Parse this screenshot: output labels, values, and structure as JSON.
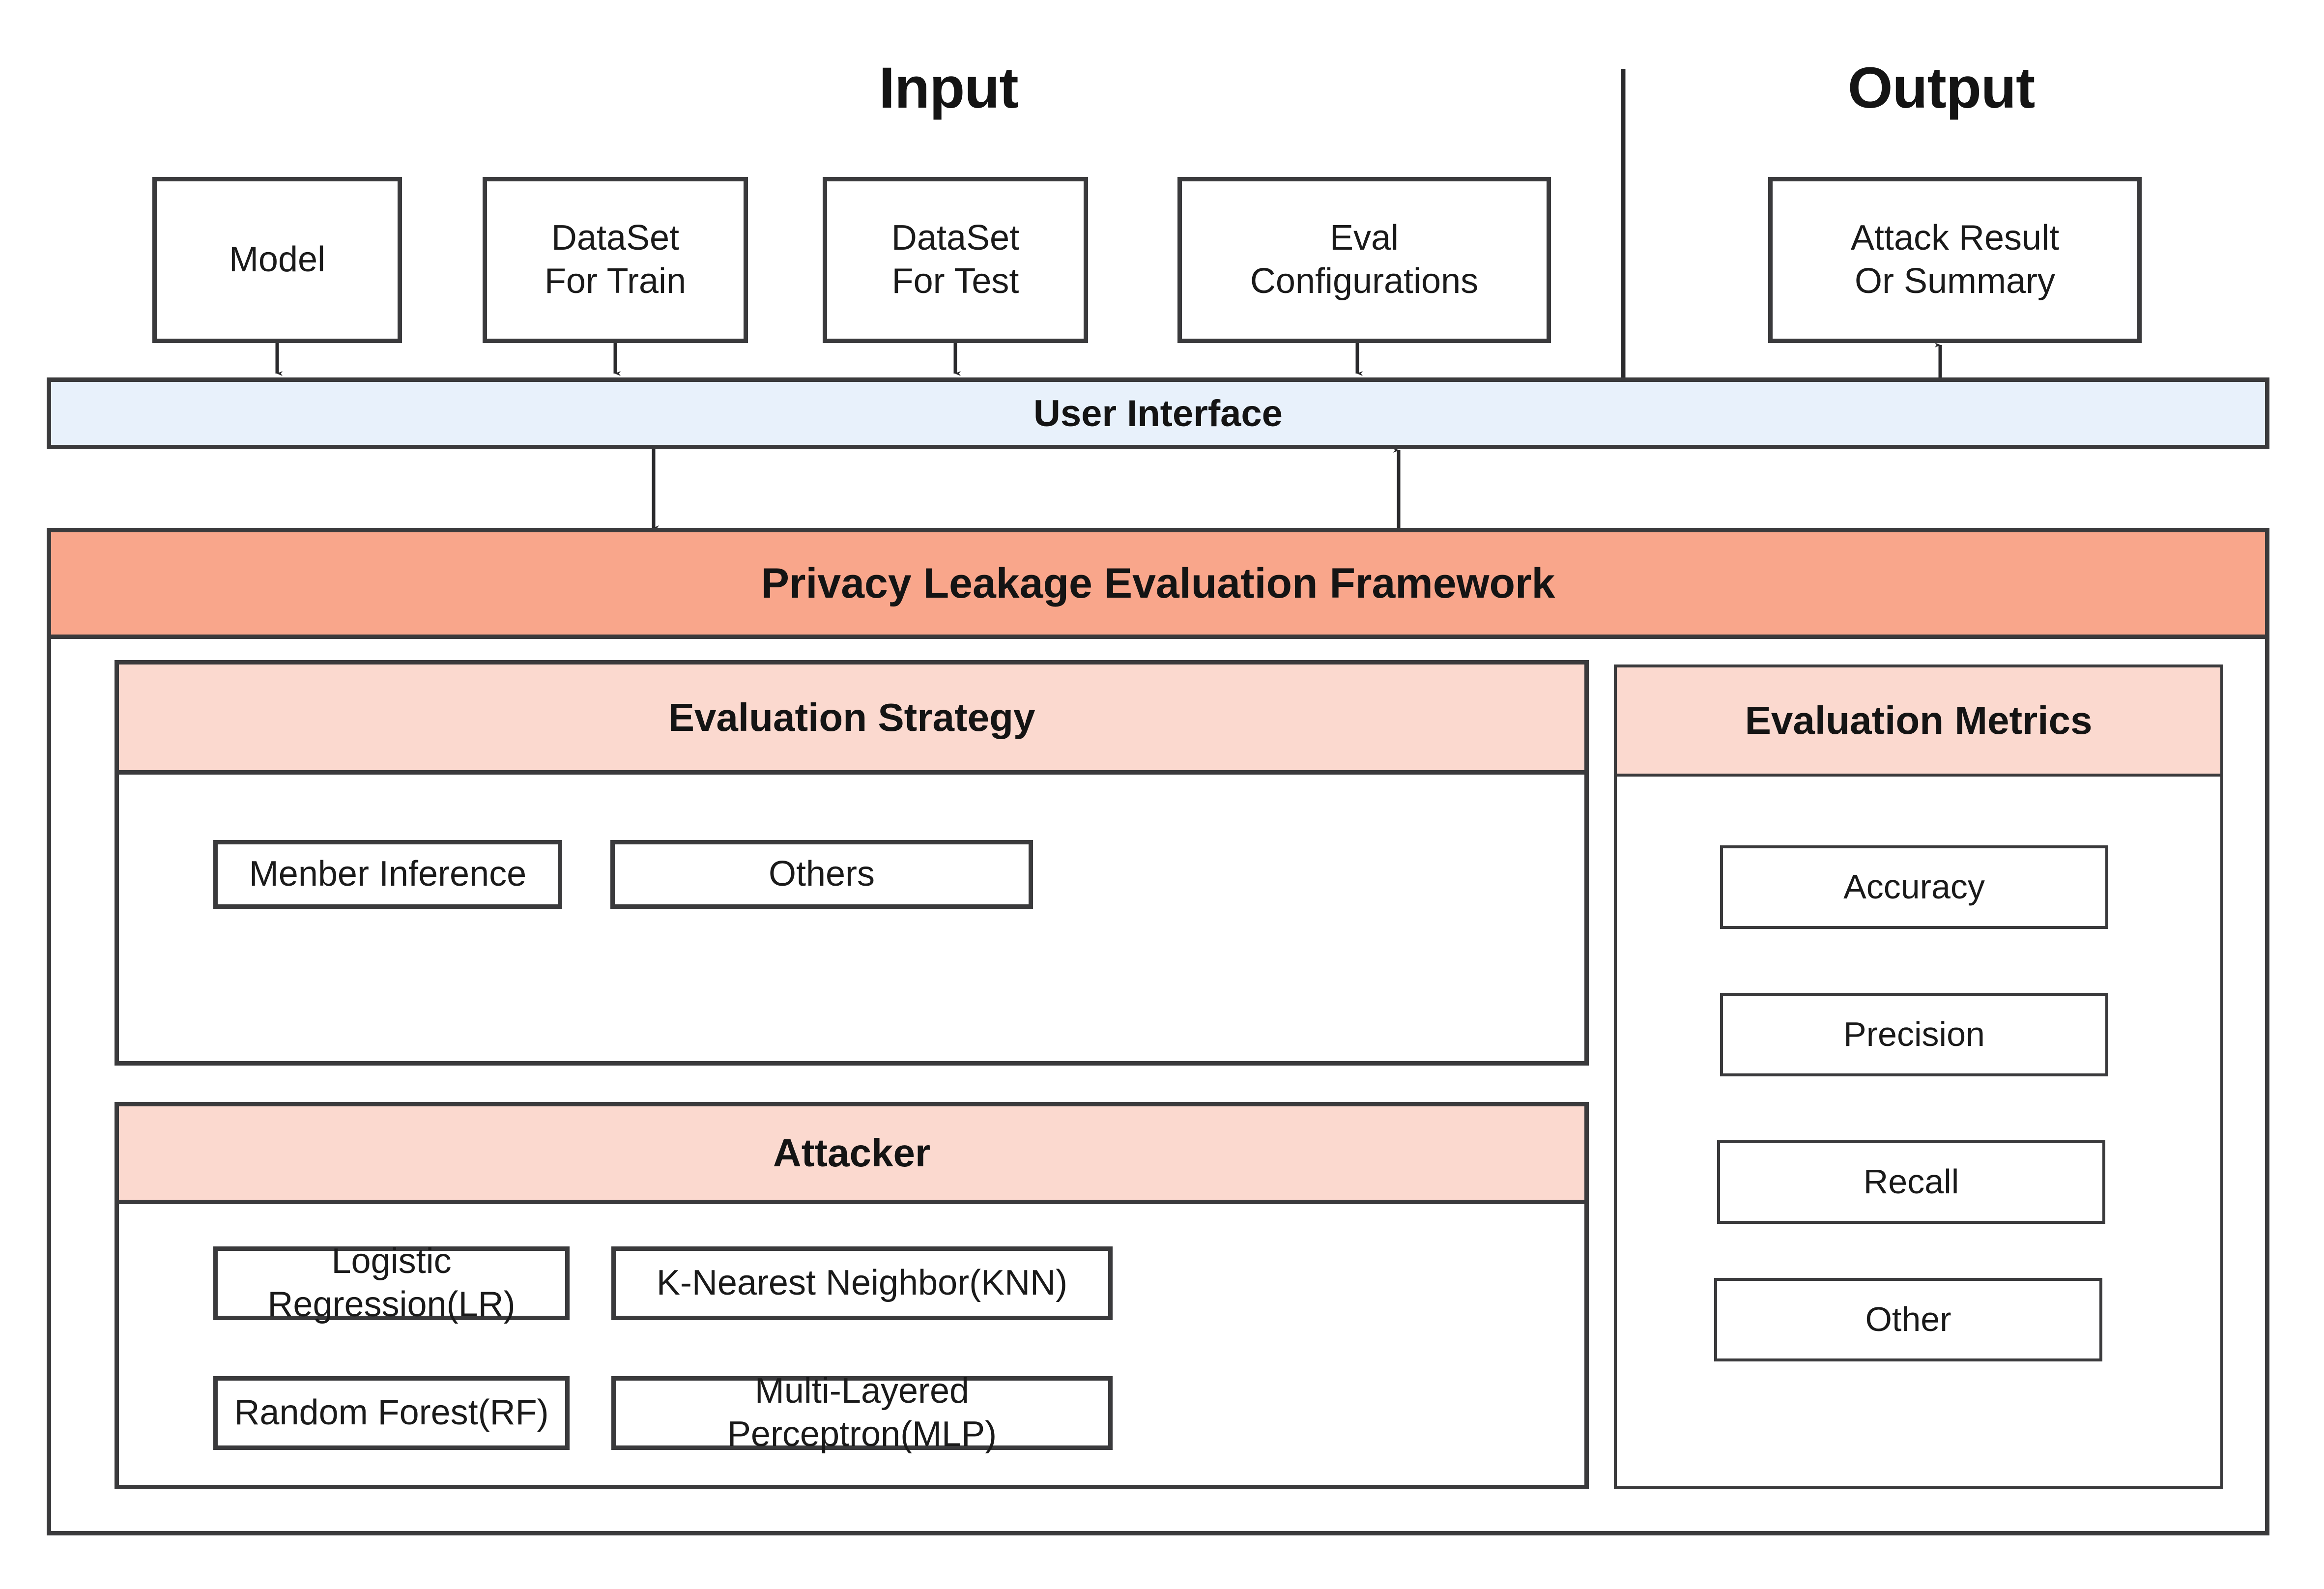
{
  "theme": {
    "stroke": "#3a3a3c",
    "ui_band_fill": "#e8f1fb",
    "framework_band_fill": "#f9a68b",
    "panel_header_fill": "#fbd9cf",
    "box_fill": "#ffffff",
    "text": "#1a1a1a"
  },
  "headings": {
    "input": "Input",
    "output": "Output"
  },
  "input_boxes": [
    {
      "label": "Model"
    },
    {
      "label": "DataSet\nFor Train"
    },
    {
      "label": "DataSet\nFor Test"
    },
    {
      "label": "Eval\nConfigurations"
    }
  ],
  "output_boxes": [
    {
      "label": "Attack Result\nOr Summary"
    }
  ],
  "user_interface": {
    "label": "User Interface"
  },
  "framework": {
    "label": "Privacy Leakage Evaluation Framework"
  },
  "evaluation_strategy": {
    "header": "Evaluation Strategy",
    "items": [
      {
        "label": "Menber Inference"
      },
      {
        "label": "Others"
      }
    ]
  },
  "attacker": {
    "header": "Attacker",
    "items": [
      {
        "label": "Logistic Regression(LR)"
      },
      {
        "label": "K-Nearest Neighbor(KNN)"
      },
      {
        "label": "Random Forest(RF)"
      },
      {
        "label": "Multi-Layered Perceptron(MLP)"
      }
    ]
  },
  "evaluation_metrics": {
    "header": "Evaluation Metrics",
    "items": [
      {
        "label": "Accuracy"
      },
      {
        "label": "Precision"
      },
      {
        "label": "Recall"
      },
      {
        "label": "Other"
      }
    ]
  }
}
